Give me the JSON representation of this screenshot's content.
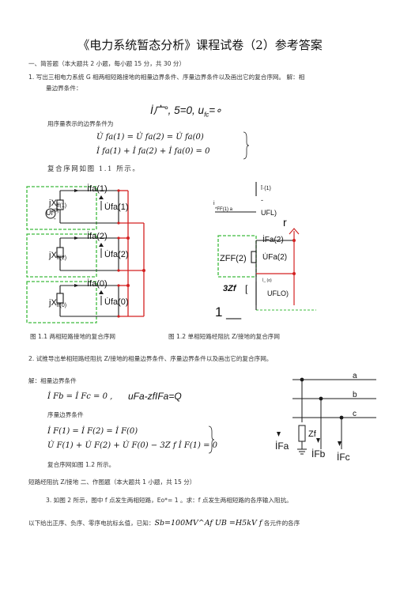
{
  "title": "《电力系统暂态分析》课程试卷（2）参考答案",
  "section1": {
    "heading": "一、简答题（本大题共 2 小题，每小题 15 分，共 30 分）",
    "q1_line1": "1.    写出三相电力系统 G 相两相短路接地的相量边界条件、序量边界条件以及画出它的复合序网。 解：相",
    "q1_line2": "量边界条件：",
    "phase_boundary": "İ广°,  5=0, u",
    "phase_boundary_sub": "fc",
    "phase_boundary_tail": "=∘",
    "seq_intro": "用序量表示的边界条件为",
    "seq_eq1": "U̇ fa(1) = U̇ fa(2) = U̇ fa(0)",
    "seq_eq2": "İ fa(1) + İ fa(2) + İ fa(0) = 0",
    "network_note": "复合序网如图 1.1 所示。"
  },
  "fig1": {
    "lbl_i1": "İfa(1)",
    "lbl_j1": "jX",
    "lbl_j1_sub": "ff(1)",
    "lbl_uf0": "U̇f",
    "lbl_uf0_sup": "(0)",
    "lbl_u1": "U̇fa(1)",
    "lbl_i2": "İfa(2)",
    "lbl_j2": "jX",
    "lbl_j2_sub": "ff(2)",
    "lbl_u2": "U̇fa(2)",
    "lbl_i0": "İfa(0)",
    "lbl_j0": "jX",
    "lbl_j0_sub": "ff(0)",
    "lbl_u0": "U̇fa(0)",
    "plus": "+",
    "minus": "-"
  },
  "fig2": {
    "lbl_top": "Ī·(1)",
    "lbl_i": "i",
    "lbl_ff": "*FF(1) a",
    "lbl_ufl": "UFL)",
    "lbl_r": "r",
    "lbl_ifa2": "İFa(2)",
    "lbl_zff": "ZFF(2)",
    "lbl_ufa2": "U̇Fa(2)",
    "lbl_3zf": "3Zf",
    "lbl_bracket": "[",
    "lbl_uflo": "UFLO)",
    "lbl_one": "1 __",
    "lbl_bottom": "İ_ (o)",
    "minus": "-"
  },
  "captions": {
    "fig1_1": "图 1.1 两相短路接地的复合序网",
    "fig1_2": "图 1.2 单相短路经阻抗 Z/接地的复合序网"
  },
  "q2": {
    "text": "2. 试推导出单相短路经阻抗 Z/接地的相量边界条件、序量边界条件以及画出它的复合序网。",
    "solution": "解：相量边界条件",
    "phase_eq": "İ Fb = İ Fc = 0 ,",
    "phase_eq2": "uFa-zfIFa=Q",
    "seq_label": "序量边界条件",
    "seq_eq1": "İ F(1) = İ F(2) = İ F(0)",
    "seq_eq2": "U̇ F(1) + U̇ F(2) + U̇ F(0) − 3Z f İ F(1) = 0",
    "network": "复合序网如图 1.2 所示。"
  },
  "fig3": {
    "a": "a",
    "b": "b",
    "c": "c",
    "zf": "Zf",
    "ifa": "İFa",
    "ifb": "İFb",
    "ifc": "İFc"
  },
  "section2": {
    "line1": "短路经阻抗 Z/接地  二、作图题（本大题共 1 小题，共 15 分）",
    "line2": "3. 如图 2 所示，图中 f 点发生两相短路，Eo*= 1 。求：f 点发生两相短路的各序输入阻抗。",
    "line3": "以下给出正序、负序、零序电抗标幺值，已知：",
    "line3_eq": "Sb=100MV^Af UB =H5kV f",
    "line3_tail": "各元件的各序"
  },
  "colors": {
    "wire_black": "#1a1a1a",
    "wire_red": "#d42020",
    "box_green": "#3dbb3d",
    "arrow_red": "#cc2222"
  }
}
